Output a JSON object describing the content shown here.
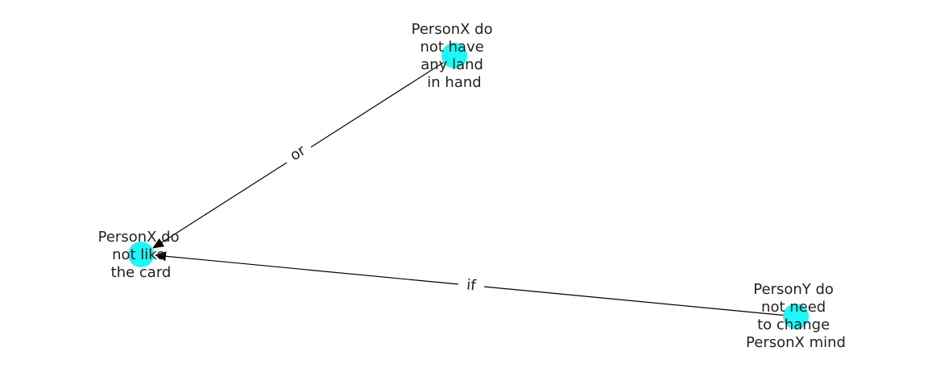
{
  "diagram": {
    "node_color": "#1ef7f7",
    "edge_color": "#000000",
    "nodes": [
      {
        "id": "n1",
        "lines": [
          "PersonX do",
          "not have",
          "any land",
          "in hand"
        ]
      },
      {
        "id": "n2",
        "lines": [
          "PersonX do",
          "not like",
          "the card"
        ]
      },
      {
        "id": "n3",
        "lines": [
          "PersonY do",
          "not need",
          "to change",
          "PersonX mind"
        ]
      }
    ],
    "edges": [
      {
        "from": "n1",
        "to": "n2",
        "label": "or"
      },
      {
        "from": "n3",
        "to": "n2",
        "label": "if"
      }
    ]
  }
}
